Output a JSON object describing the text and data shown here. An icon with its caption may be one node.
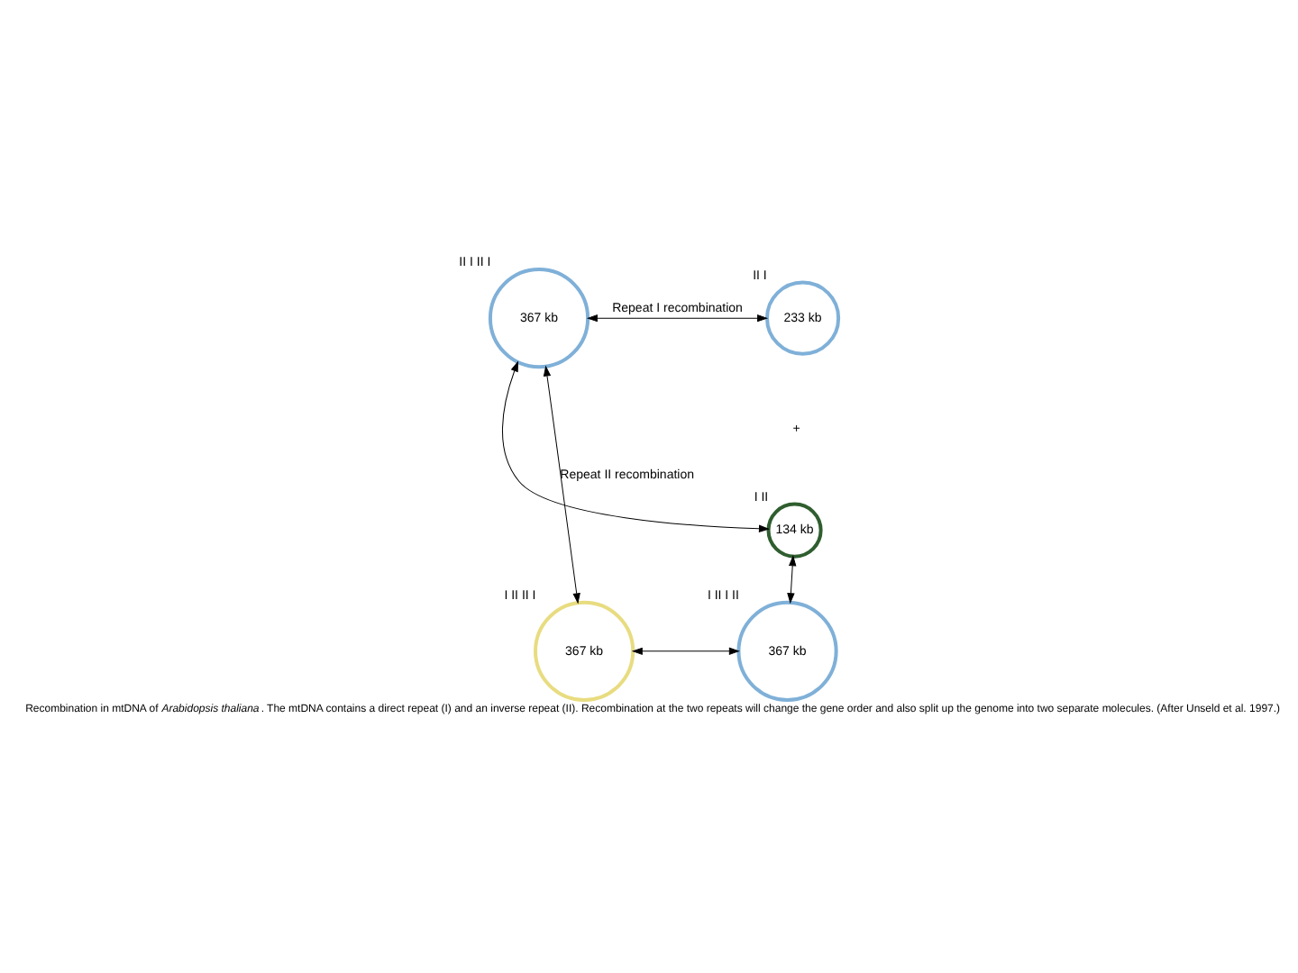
{
  "diagram": {
    "caption": "Recombination in mtDNA of *Arabidopsis thaliana*. The mtDNA contains a direct repeat (I) and an inverse repeat (II). Recombination at the two repeats will change the gene order and also split up the genome into two separate molecules. (After Unseld et al. 1997.)",
    "nodes": [
      {
        "text": [
          "367 kb"
        ],
        "beside": [
          "II",
          "I",
          "II",
          "I"
        ]
      },
      {
        "text": [
          "233 kb"
        ],
        "beside": [
          "II",
          "I"
        ]
      },
      {
        "text": [
          "134 kb"
        ],
        "beside": [
          "I",
          "II"
        ]
      },
      {
        "text": [
          "367 kb"
        ],
        "beside": [
          "I",
          "II",
          "II",
          "I"
        ]
      },
      {
        "text": [
          "367 kb"
        ],
        "beside": [
          "I",
          "II",
          "I",
          "II"
        ]
      }
    ],
    "edges": [
      {
        "from": 0,
        "to": 1,
        "arrow": "both",
        "label": "Repeat I recombination"
      },
      {
        "from": 0,
        "to": 2,
        "arrow": "both"
      },
      {
        "from": 0,
        "to": 3,
        "arrow": "both",
        "label": "Repeat II recombination"
      },
      {
        "from": 2,
        "to": 4,
        "arrow": "both"
      },
      {
        "from": 3,
        "to": 4,
        "arrow": "both"
      }
    ],
    "labels": [
      "+"
    ]
  }
}
